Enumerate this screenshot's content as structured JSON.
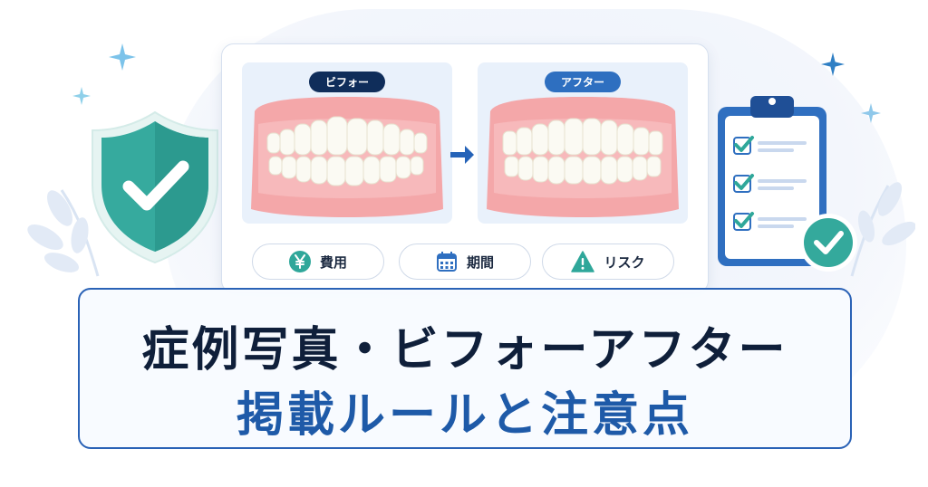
{
  "photos": {
    "before_label": "ビフォー",
    "after_label": "アフター"
  },
  "chips": [
    {
      "label": "費用",
      "icon": "yen-icon"
    },
    {
      "label": "期間",
      "icon": "calendar-icon"
    },
    {
      "label": "リスク",
      "icon": "warning-icon"
    }
  ],
  "title": {
    "line1": "症例写真・ビフォーアフター",
    "line2": "掲載ルールと注意点"
  },
  "colors": {
    "navy": "#0f2d5a",
    "blue": "#2e6fc0",
    "teal": "#2fa79a",
    "gum": "#f4a7a9",
    "tooth": "#fbfaf3"
  }
}
